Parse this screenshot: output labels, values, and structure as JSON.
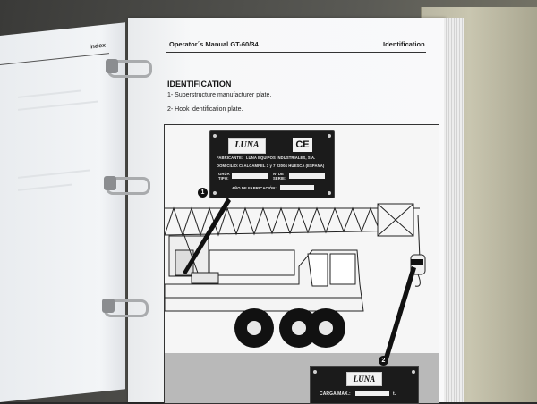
{
  "left_page": {
    "tab_label": "Index"
  },
  "header": {
    "manual_title": "Operator´s Manual GT-60/34",
    "section": "Identification"
  },
  "content": {
    "title": "IDENTIFICATION",
    "items": [
      "1- Superstructure manufacturer plate.",
      "2- Hook identification plate."
    ]
  },
  "plate_1": {
    "logo": "LUNA",
    "ce_mark": "CE",
    "fabricante_label": "FABRICANTE:",
    "fabricante_value": "LUNA EQUIPOS INDUSTRIALES, S.A.",
    "domicilio_label": "DOMICILIO:",
    "domicilio_value": "C/ ALCAMPEL 3 y 7 22004 HUESCA (ESPAÑA)",
    "grua_label": "GRÚA",
    "tipo_label": "TIPO:",
    "no_de_label": "Nº DE",
    "serie_label": "SERIE:",
    "ano_label": "AÑO DE FABRICACIÓN:"
  },
  "plate_2": {
    "logo": "LUNA",
    "carga_label": "CARGA MAX.:",
    "unit": "t."
  },
  "markers": {
    "one": "1",
    "two": "2"
  },
  "colors": {
    "plate_bg": "#1b1b1b",
    "page_bg": "#f8f8f9",
    "binder": "#c3c0aa"
  }
}
